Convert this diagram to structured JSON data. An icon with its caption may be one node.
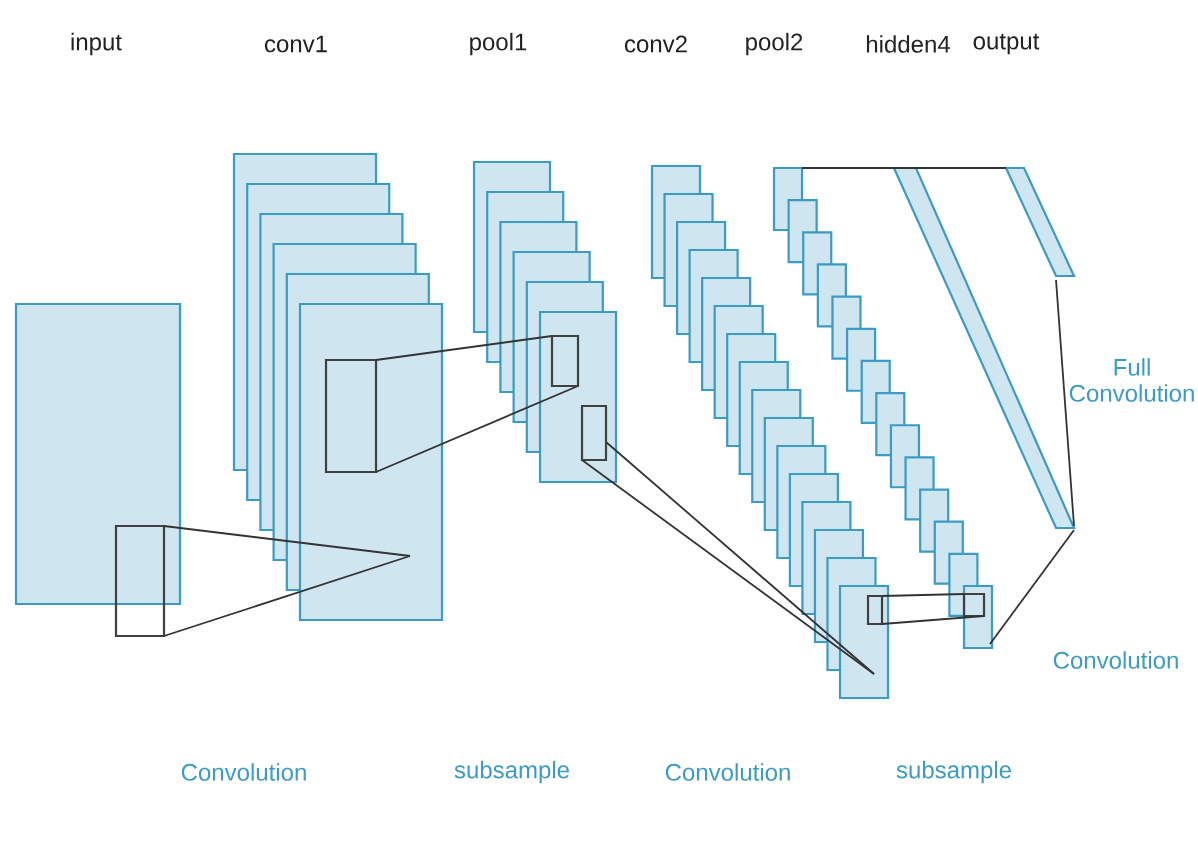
{
  "diagram": {
    "labels": [
      "input",
      "conv1",
      "pool1",
      "conv2",
      "pool2",
      "hidden4",
      "output",
      "Full Convolution",
      "Convolution",
      "Convolution",
      "subsample",
      "Convolution",
      "subsample"
    ]
  }
}
